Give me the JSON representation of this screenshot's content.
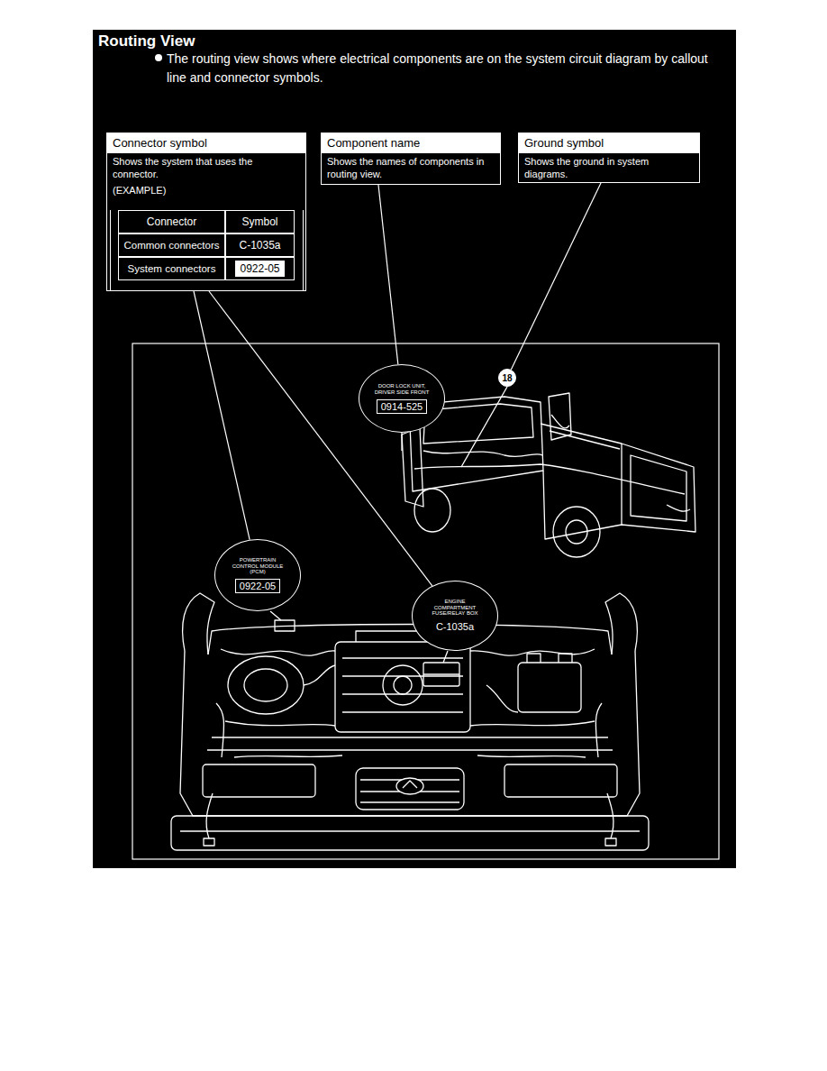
{
  "diagram": {
    "title": "Routing View",
    "nodes": [
      {
        "text": [
          "Connector symbol",
          "Shows the system that uses the connector.",
          "(EXAMPLE)"
        ]
      },
      {
        "text": [
          "Component name",
          "Shows the names of components in routing view."
        ]
      },
      {
        "text": [
          "Ground symbol",
          "Shows the ground in system diagrams."
        ]
      },
      {
        "text": [
          "DOOR LOCK UNIT, DRIVER SIDE FRONT",
          "0914-525"
        ]
      },
      {
        "text": [
          "18"
        ]
      },
      {
        "text": [
          "POWERTRAIN CONTROL MODULE (PCM)",
          "0922-05"
        ]
      },
      {
        "text": [
          "ENGINE COMPARTMENT FUSE/RELAY BOX",
          "C-1035a"
        ]
      }
    ],
    "edges": [
      {
        "from": 0,
        "to": 5,
        "arrow": "none"
      },
      {
        "from": 0,
        "to": 6,
        "arrow": "none"
      },
      {
        "from": 1,
        "to": 3,
        "arrow": "none"
      },
      {
        "from": 2,
        "to": 4,
        "arrow": "none"
      }
    ],
    "labels": [
      "The routing view shows where electrical components are on the system circuit diagram by callout line and connector symbols.",
      "Connector",
      "Symbol",
      "Common connectors",
      "C-1035a",
      "System connectors",
      "0922-05"
    ]
  }
}
